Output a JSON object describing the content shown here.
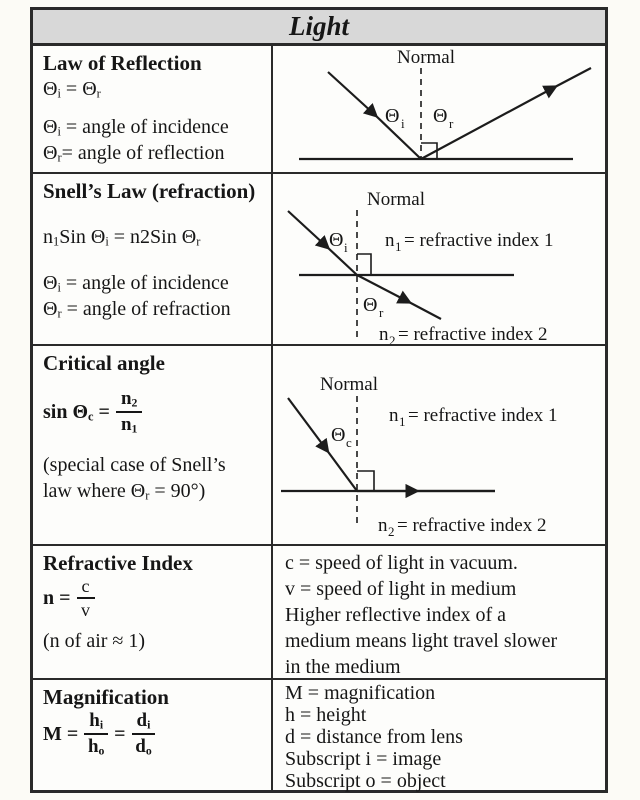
{
  "page": {
    "title": "Light"
  },
  "colors": {
    "header_bg": "#d8d8d8",
    "border": "#2a2a2a",
    "ink": "#161616",
    "page_bg": "#fcfbf6"
  },
  "reflection": {
    "heading": "Law of Reflection",
    "formula": [
      {
        "t": "Θ"
      },
      {
        "t": "i",
        "sub": true
      },
      {
        "t": " = "
      },
      {
        "t": "Θ"
      },
      {
        "t": "r",
        "sub": true
      }
    ],
    "def_incidence": [
      {
        "t": "Θ"
      },
      {
        "t": "i",
        "sub": true
      },
      {
        "t": " = angle of incidence"
      }
    ],
    "def_reflection": [
      {
        "t": "Θ"
      },
      {
        "t": "r",
        "sub": true
      },
      {
        "t": "= angle of reflection"
      }
    ],
    "diagram": {
      "normal_label": "Normal",
      "theta_i": "Θ",
      "theta_i_sub": "i",
      "theta_r": "Θ",
      "theta_r_sub": "r"
    }
  },
  "snell": {
    "heading": "Snell’s Law (refraction)",
    "formula": [
      {
        "t": "n"
      },
      {
        "t": "1",
        "sub": true
      },
      {
        "t": "Sin Θ"
      },
      {
        "t": "i",
        "sub": true
      },
      {
        "t": " = n2Sin Θ"
      },
      {
        "t": "r",
        "sub": true
      }
    ],
    "def_incidence": [
      {
        "t": "Θ"
      },
      {
        "t": "i",
        "sub": true
      },
      {
        "t": " = angle of incidence"
      }
    ],
    "def_refraction": [
      {
        "t": "Θ"
      },
      {
        "t": "r",
        "sub": true
      },
      {
        "t": " = angle of refraction"
      }
    ],
    "diagram": {
      "normal_label": "Normal",
      "theta_i": "Θ",
      "theta_i_sub": "i",
      "theta_r": "Θ",
      "theta_r_sub": "r",
      "n1_base": "n",
      "n1_sub": "1",
      "n1_rest": "= refractive index 1",
      "n2_base": "n",
      "n2_sub": "2",
      "n2_rest": "= refractive index 2"
    }
  },
  "critical": {
    "heading": "Critical angle",
    "formula_lhs": [
      {
        "t": "sin Θ"
      },
      {
        "t": "c",
        "sub": true
      },
      {
        "t": " ="
      }
    ],
    "frac_num": [
      {
        "t": "n"
      },
      {
        "t": "2",
        "sub": true
      }
    ],
    "frac_den": [
      {
        "t": "n"
      },
      {
        "t": "1",
        "sub": true
      }
    ],
    "note_line1": [
      {
        "t": "(special case of Snell’s"
      }
    ],
    "note_line2": [
      {
        "t": "law where Θ"
      },
      {
        "t": "r",
        "sub": true
      },
      {
        "t": " = 90°)"
      }
    ],
    "diagram": {
      "normal_label": "Normal",
      "theta_c": "Θ",
      "theta_c_sub": "c",
      "n1_base": "n",
      "n1_sub": "1",
      "n1_rest": "= refractive index 1",
      "n2_base": "n",
      "n2_sub": "2",
      "n2_rest": "= refractive index 2"
    }
  },
  "refractive": {
    "heading": "Refractive Index",
    "lhs": "n =",
    "num": "c",
    "den": "v",
    "note": "(n of air ≈ 1)",
    "right_lines": [
      "c = speed of light in vacuum.",
      "v = speed of light in medium",
      "Higher reflective index of a",
      "medium means light travel slower",
      "in the medium"
    ]
  },
  "magnification": {
    "heading": "Magnification",
    "lhs": "M =",
    "frac1_num": [
      {
        "t": "h"
      },
      {
        "t": "i",
        "sub": true
      }
    ],
    "frac1_den": [
      {
        "t": "h"
      },
      {
        "t": "o",
        "sub": true
      }
    ],
    "equals": "=",
    "frac2_num": [
      {
        "t": "d"
      },
      {
        "t": "i",
        "sub": true
      }
    ],
    "frac2_den": [
      {
        "t": "d"
      },
      {
        "t": "o",
        "sub": true
      }
    ],
    "right_lines": [
      "M = magnification",
      "h = height",
      "d = distance from lens",
      "Subscript i = image",
      "Subscript o = object"
    ]
  }
}
